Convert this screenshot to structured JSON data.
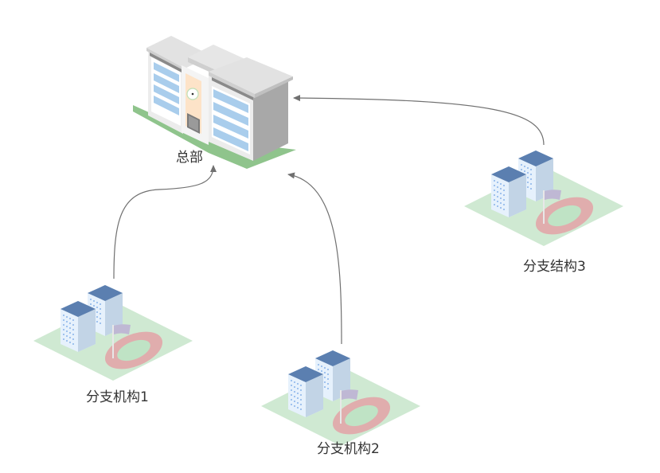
{
  "diagram": {
    "type": "hub-and-spoke network",
    "headquarters": {
      "label": "总部",
      "icon": "office-building-icon"
    },
    "branches": [
      {
        "label": "分支机构1",
        "icon": "campus-icon"
      },
      {
        "label": "分支机构2",
        "icon": "campus-icon"
      },
      {
        "label": "分支结构3",
        "icon": "campus-icon"
      }
    ],
    "edges": [
      {
        "from": "分支机构1",
        "to": "总部"
      },
      {
        "from": "分支机构2",
        "to": "总部"
      },
      {
        "from": "分支结构3",
        "to": "总部"
      }
    ]
  },
  "colors": {
    "edge": "#707070",
    "hq_roof": "#e2e2e2",
    "hq_wall": "#f0f0f0",
    "hq_side": "#a8a8a8",
    "hq_window": "#a9cdec",
    "hq_door": "#fde3c8",
    "hq_grass": "#8fc48c",
    "campus_ground": "#cfe9d2",
    "campus_roof": "#5b7fb0",
    "campus_wall": "#e6f1fc",
    "campus_side": "#c2d4e6",
    "track": "#e0adad",
    "field": "#bfe3c5",
    "flag": "#bfb8d4"
  }
}
